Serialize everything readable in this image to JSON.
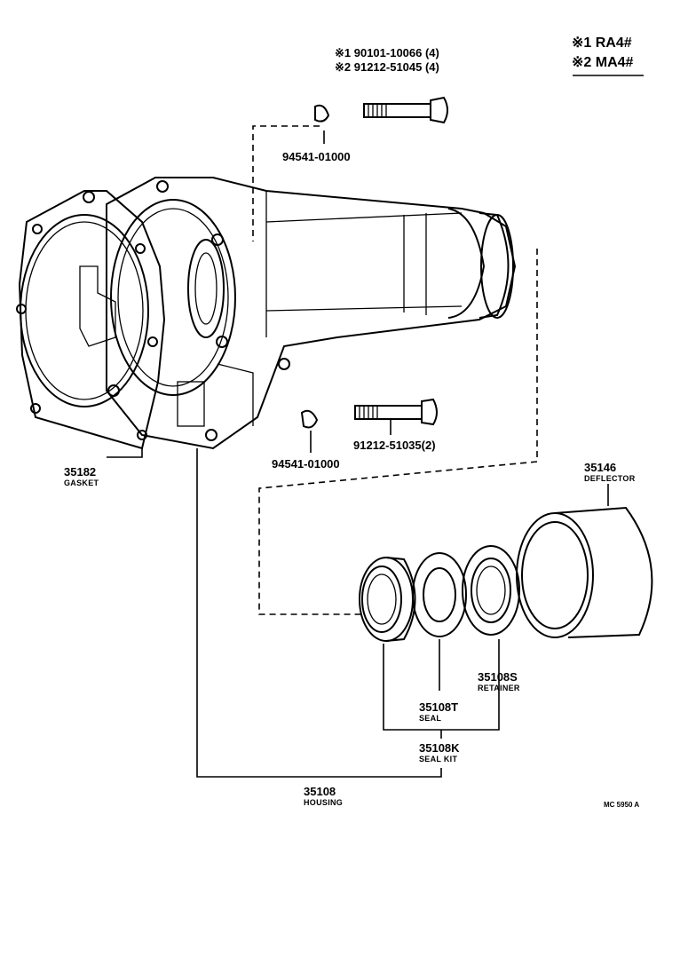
{
  "legend": {
    "line1": "※1 RA4#",
    "line2": "※2 MA4#"
  },
  "bolts_top": {
    "line1": "※1 90101-10066 (4)",
    "line2": "※2 91212-51045 (4)"
  },
  "parts": {
    "washer_top": "94541-01000",
    "washer_bottom": "94541-01000",
    "bolt_bottom": "91212-51035(2)",
    "gasket_no": "35182",
    "gasket_name": "GASKET",
    "deflector_no": "35146",
    "deflector_name": "DEFLECTOR",
    "retainer_no": "35108S",
    "retainer_name": "RETAINER",
    "seal_no": "35108T",
    "seal_name": "SEAL",
    "sealkit_no": "35108K",
    "sealkit_name": "SEAL KIT",
    "housing_no": "35108",
    "housing_name": "HOUSING"
  },
  "drawing_code": "MC 5950 A"
}
